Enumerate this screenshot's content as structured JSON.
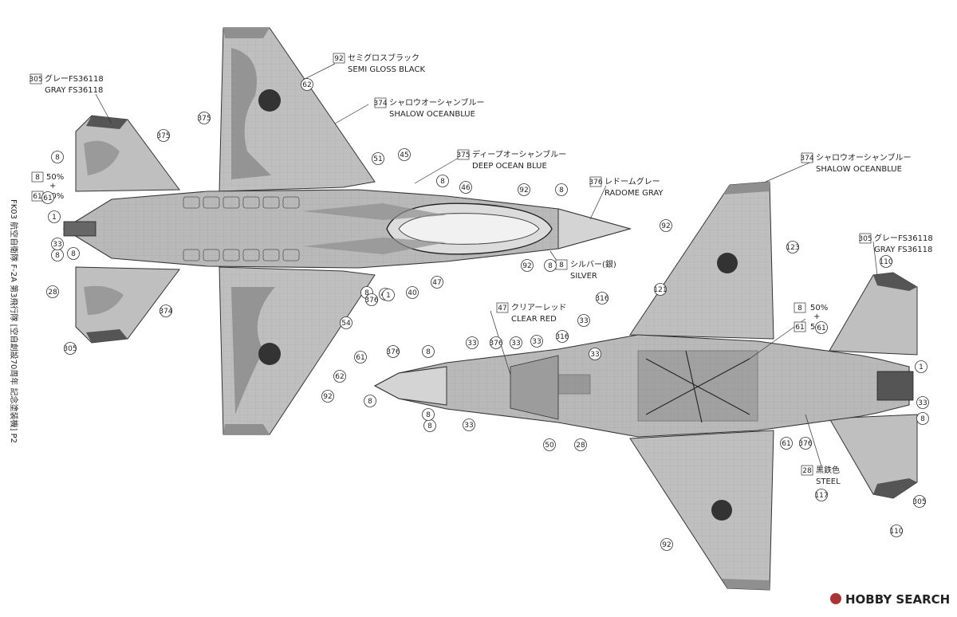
{
  "side_caption": "FK03 航空自衛隊 F-2A 第3飛行隊 [空自創設70周年 記念塗装機] P2",
  "watermark": {
    "text": "HOBBY SEARCH"
  },
  "colors": {
    "gray": "#b9b9b9",
    "shalow_oceanblue": "#bfbfbf",
    "deep_ocean_blue": "#8f8f8f",
    "semi_gloss_black": "#3a3a3a",
    "radome_gray": "#d4d4d4",
    "steel": "#555555",
    "line": "#333333"
  },
  "top_view": {
    "callouts": [
      {
        "num": "305",
        "jp": "グレーFS36118",
        "en": "GRAY FS36118"
      },
      {
        "num": "92",
        "jp": "セミグロスブラック",
        "en": "SEMI GLOSS BLACK"
      },
      {
        "num": "374",
        "jp": "シャロウオーシャンブルー",
        "en": "SHALOW OCEANBLUE"
      },
      {
        "num": "375",
        "jp": "ディープオーシャンブルー",
        "en": "DEEP OCEAN BLUE"
      },
      {
        "num": "376",
        "jp": "レドームグレー",
        "en": "RADOME GRAY"
      },
      {
        "num": "8",
        "jp": "シルバー(銀)",
        "en": "SILVER"
      },
      {
        "num": "8",
        "mix": [
          "50%",
          "+",
          "50%"
        ],
        "num2": "61"
      }
    ],
    "part_numbers": [
      "62",
      "375",
      "375",
      "8",
      "8",
      "61",
      "1",
      "33",
      "8",
      "28",
      "374",
      "305",
      "51",
      "45",
      "8",
      "46",
      "92",
      "8",
      "8",
      "92",
      "8",
      "47",
      "40",
      "48",
      "1",
      "376",
      "54",
      "61",
      "62",
      "92"
    ]
  },
  "bottom_view": {
    "callouts": [
      {
        "num": "374",
        "jp": "シャロウオーシャンブルー",
        "en": "SHALOW OCEANBLUE"
      },
      {
        "num": "305",
        "jp": "グレーFS36118",
        "en": "GRAY FS36118"
      },
      {
        "num": "47",
        "jp": "クリアーレッド",
        "en": "CLEAR RED"
      },
      {
        "num": "28",
        "jp": "黒鉄色",
        "en": "STEEL"
      },
      {
        "num": "8",
        "mix": [
          "50%",
          "+",
          "50%"
        ],
        "num2": "61"
      }
    ],
    "part_numbers": [
      "92",
      "123",
      "110",
      "121",
      "316",
      "33",
      "1",
      "33",
      "8",
      "376",
      "8",
      "33",
      "376",
      "33",
      "33",
      "316",
      "33",
      "8",
      "33",
      "50",
      "28",
      "61",
      "376",
      "305",
      "117",
      "110",
      "92",
      "8",
      "8",
      "61"
    ]
  }
}
